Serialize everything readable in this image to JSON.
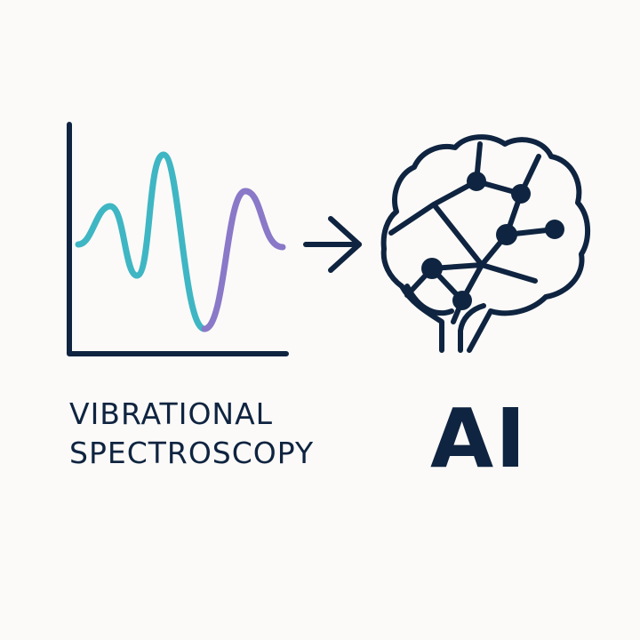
{
  "left_label": {
    "line1": "VIBRATIONAL",
    "line2": "SPECTROSCOPY"
  },
  "right_label": "AI",
  "icons": {
    "spectrum": "spectrum-graph-icon",
    "arrow": "arrow-right-icon",
    "brain": "brain-network-icon"
  },
  "colors": {
    "ink": "#0f2440",
    "wave_primary": "#3fb6c3",
    "wave_secondary": "#8a78c8",
    "background": "#fbfaf8"
  }
}
